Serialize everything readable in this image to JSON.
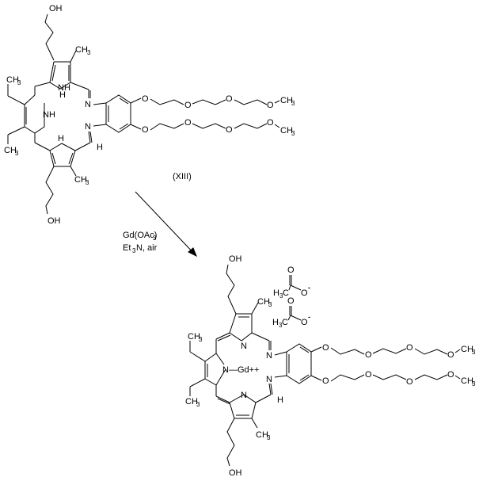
{
  "reaction": {
    "compound_label": "(XIII)",
    "reagents_line1": "Gd(OAc)",
    "reagents_line1_sub": "3",
    "reagents_line2_a": "Et",
    "reagents_line2_sub": "3",
    "reagents_line2_b": "N,  air"
  },
  "reactant": {
    "oh_top": "OH",
    "oh_bottom": "OH",
    "ch3": "CH",
    "ch3_sub": "3",
    "nh": "NH",
    "n": "N",
    "h": "H",
    "o": "O",
    "ch3_chain_top": "CH",
    "ch3_chain_bottom": "CH"
  },
  "product": {
    "oh_top": "OH",
    "oh_bottom": "OH",
    "ch3": "CH",
    "ch3_sub": "3",
    "n": "N",
    "h": "H",
    "o": "O",
    "gd": "N—Gd++",
    "acetate_h3c": "H",
    "acetate_h3c_sub": "3",
    "acetate_c": "C",
    "acetate_o": "O",
    "acetate_minus": "-"
  }
}
